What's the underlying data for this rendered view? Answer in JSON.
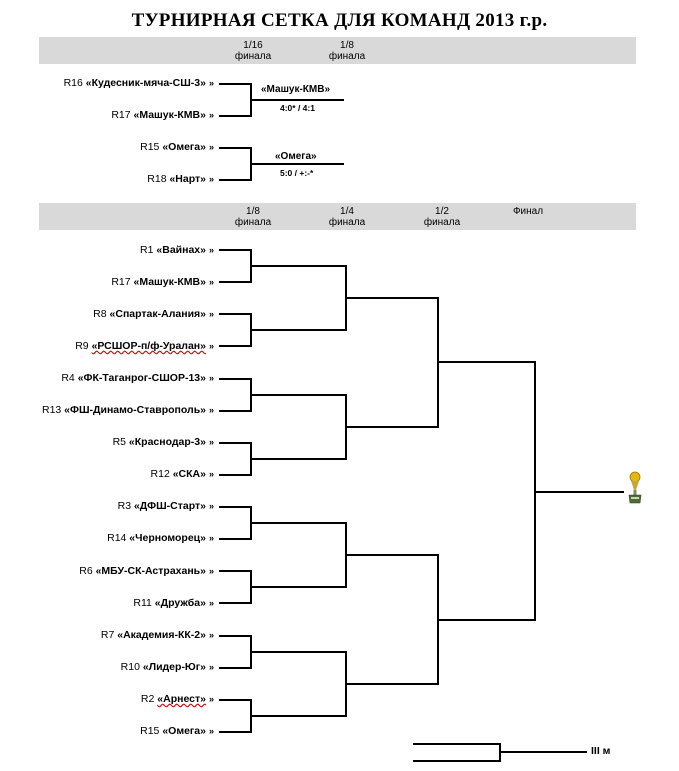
{
  "title": "ТУРНИРНАЯ СЕТКА ДЛЯ КОМАНД 2013 г.р.",
  "top_headers": [
    {
      "line1": "1/16",
      "line2": "финала"
    },
    {
      "line1": "1/8",
      "line2": "финала"
    }
  ],
  "prelim": [
    {
      "seed": "R16",
      "name": "«Кудесник-мяча-СШ-3»"
    },
    {
      "seed": "R17",
      "name": "«Машук-КМВ»"
    },
    {
      "seed": "R15",
      "name": "«Омега»"
    },
    {
      "seed": "R18",
      "name": "«Нарт»"
    }
  ],
  "prelim_results": [
    {
      "winner": "«Машук-КМВ»",
      "score": "4:0* / 4:1"
    },
    {
      "winner": "«Омега»",
      "score": "5:0 / +:-*"
    }
  ],
  "main_headers": [
    {
      "line1": "1/8",
      "line2": "финала"
    },
    {
      "line1": "1/4",
      "line2": "финала"
    },
    {
      "line1": "1/2",
      "line2": "финала"
    },
    {
      "line1": "Финал",
      "line2": ""
    }
  ],
  "bracket": [
    {
      "seed": "R1",
      "name": "«Вайнах»"
    },
    {
      "seed": "R17",
      "name": "«Машук-КМВ»"
    },
    {
      "seed": "R8",
      "name": "«Спартак-Алания»"
    },
    {
      "seed": "R9",
      "name": "«РСШОР-п/ф-Уралан»"
    },
    {
      "seed": "R4",
      "name": "«ФК-Таганрог-СШОР-13»"
    },
    {
      "seed": "R13",
      "name": "«ФШ-Динамо-Ставрополь»"
    },
    {
      "seed": "R5",
      "name": "«Краснодар-3»"
    },
    {
      "seed": "R12",
      "name": "«СКА»"
    },
    {
      "seed": "R3",
      "name": "«ДФШ-Старт»"
    },
    {
      "seed": "R14",
      "name": "«Черноморец»"
    },
    {
      "seed": "R6",
      "name": "«МБУ-СК-Астрахань»"
    },
    {
      "seed": "R11",
      "name": "«Дружба»"
    },
    {
      "seed": "R7",
      "name": "«Академия-КК-2»"
    },
    {
      "seed": "R10",
      "name": "«Лидер-Юг»"
    },
    {
      "seed": "R2",
      "name": "«Арнест»"
    },
    {
      "seed": "R15",
      "name": "«Омега»"
    }
  ],
  "arrow": "»",
  "third_place": "III м",
  "icons": [
    "trophy-icon"
  ]
}
